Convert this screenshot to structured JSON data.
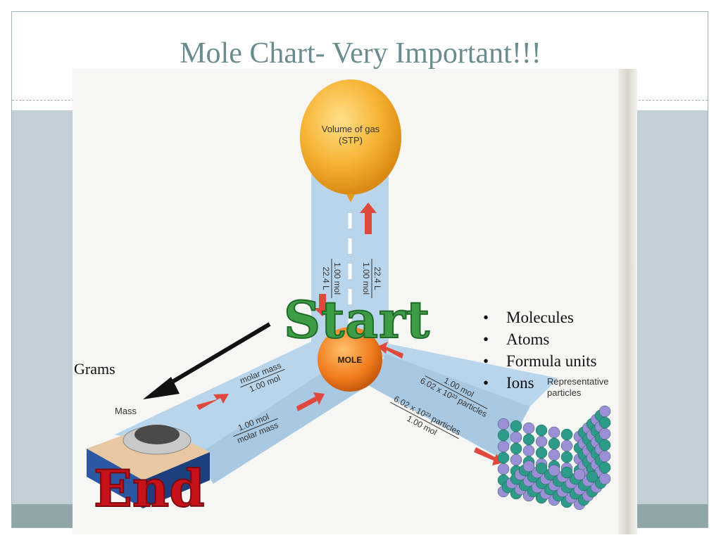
{
  "slide": {
    "title": "Mole Chart- Very Important!!!"
  },
  "diagram": {
    "balloon_label_line1": "Volume of gas",
    "balloon_label_line2": "(STP)",
    "center_label": "MOLE",
    "mass_label": "Mass",
    "particles_label_line1": "Representative",
    "particles_label_line2": "particles",
    "gas_factor_left_top": "1.00 mol",
    "gas_factor_left_bottom": "22.4 L",
    "gas_factor_right_top": "22.4 L",
    "gas_factor_right_bottom": "1.00 mol",
    "mass_factor_upper_top": "molar mass",
    "mass_factor_upper_bottom": "1.00 mol",
    "mass_factor_lower_top": "1.00 mol",
    "mass_factor_lower_bottom": "molar mass",
    "particle_factor_upper_top": "1.00 mol",
    "particle_factor_upper_bottom": "6.02 x 10²³ particles",
    "particle_factor_lower_top": "6.02 x 10²³ particles",
    "particle_factor_lower_bottom": "1.00 mol"
  },
  "annotations": {
    "start": "Start",
    "end": "End",
    "grams": "Grams",
    "bullets": [
      "Molecules",
      "Atoms",
      "Formula units",
      "Ions"
    ]
  },
  "colors": {
    "path_blue": "#b7d4ea",
    "balloon": "#f2a623",
    "mole_sphere": "#f07a1c",
    "start_green": "#3e9b46",
    "end_red": "#c7121b",
    "arrow_red": "#e0483b"
  }
}
